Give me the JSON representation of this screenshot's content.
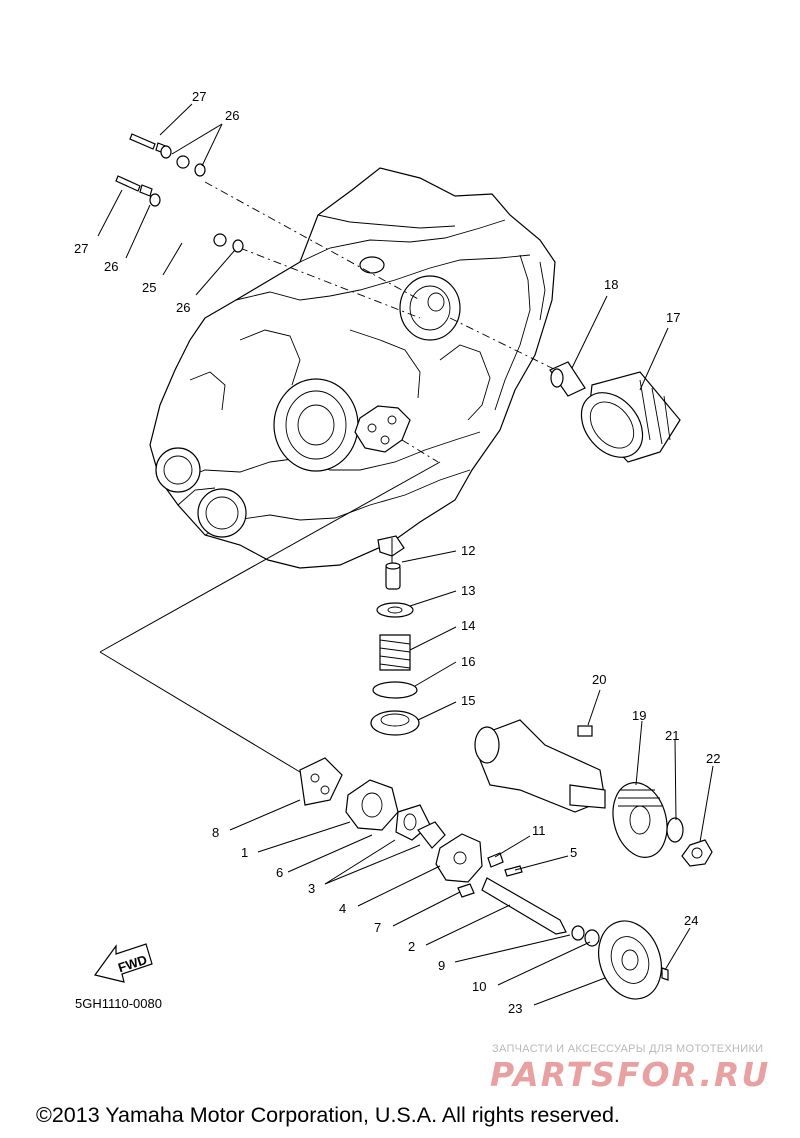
{
  "callouts": [
    {
      "id": "27a",
      "text": "27"
    },
    {
      "id": "26a",
      "text": "26"
    },
    {
      "id": "27b",
      "text": "27"
    },
    {
      "id": "26b",
      "text": "26"
    },
    {
      "id": "25",
      "text": "25"
    },
    {
      "id": "26c",
      "text": "26"
    },
    {
      "id": "18",
      "text": "18"
    },
    {
      "id": "17",
      "text": "17"
    },
    {
      "id": "12",
      "text": "12"
    },
    {
      "id": "13",
      "text": "13"
    },
    {
      "id": "14",
      "text": "14"
    },
    {
      "id": "16",
      "text": "16"
    },
    {
      "id": "15",
      "text": "15"
    },
    {
      "id": "20",
      "text": "20"
    },
    {
      "id": "19",
      "text": "19"
    },
    {
      "id": "21",
      "text": "21"
    },
    {
      "id": "22",
      "text": "22"
    },
    {
      "id": "8",
      "text": "8"
    },
    {
      "id": "1",
      "text": "1"
    },
    {
      "id": "6",
      "text": "6"
    },
    {
      "id": "3",
      "text": "3"
    },
    {
      "id": "4",
      "text": "4"
    },
    {
      "id": "11",
      "text": "11"
    },
    {
      "id": "5",
      "text": "5"
    },
    {
      "id": "7",
      "text": "7"
    },
    {
      "id": "2",
      "text": "2"
    },
    {
      "id": "9",
      "text": "9"
    },
    {
      "id": "10",
      "text": "10"
    },
    {
      "id": "23",
      "text": "23"
    },
    {
      "id": "24",
      "text": "24"
    }
  ],
  "fwd_label": "FWD",
  "diagram_code": "5GH1110-0080",
  "watermark": {
    "subtitle": "ЗАПЧАСТИ И АКСЕССУАРЫ ДЛЯ МОТОТЕХНИКИ",
    "logo_text": "PARTSFOR.RU",
    "logo_color": "#e8a0a0"
  },
  "copyright": "©2013 Yamaha Motor Corporation, U.S.A. All rights reserved."
}
